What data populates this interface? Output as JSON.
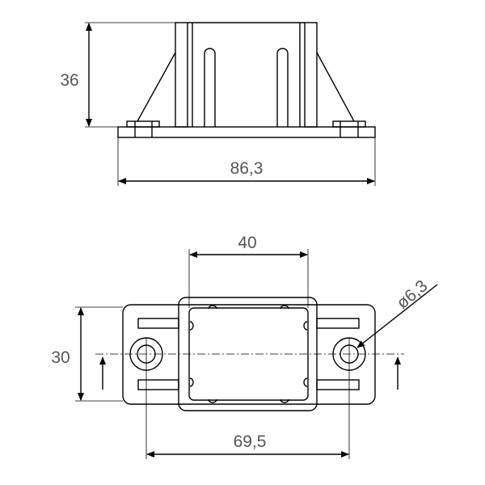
{
  "dimensions": {
    "height_side": "36",
    "width_side": "86,3",
    "tube_width": "40",
    "depth_plan": "30",
    "hole_spacing": "69,5",
    "hole_diameter": "ø6,3"
  },
  "colors": {
    "line": "#000000",
    "text": "#555555"
  }
}
